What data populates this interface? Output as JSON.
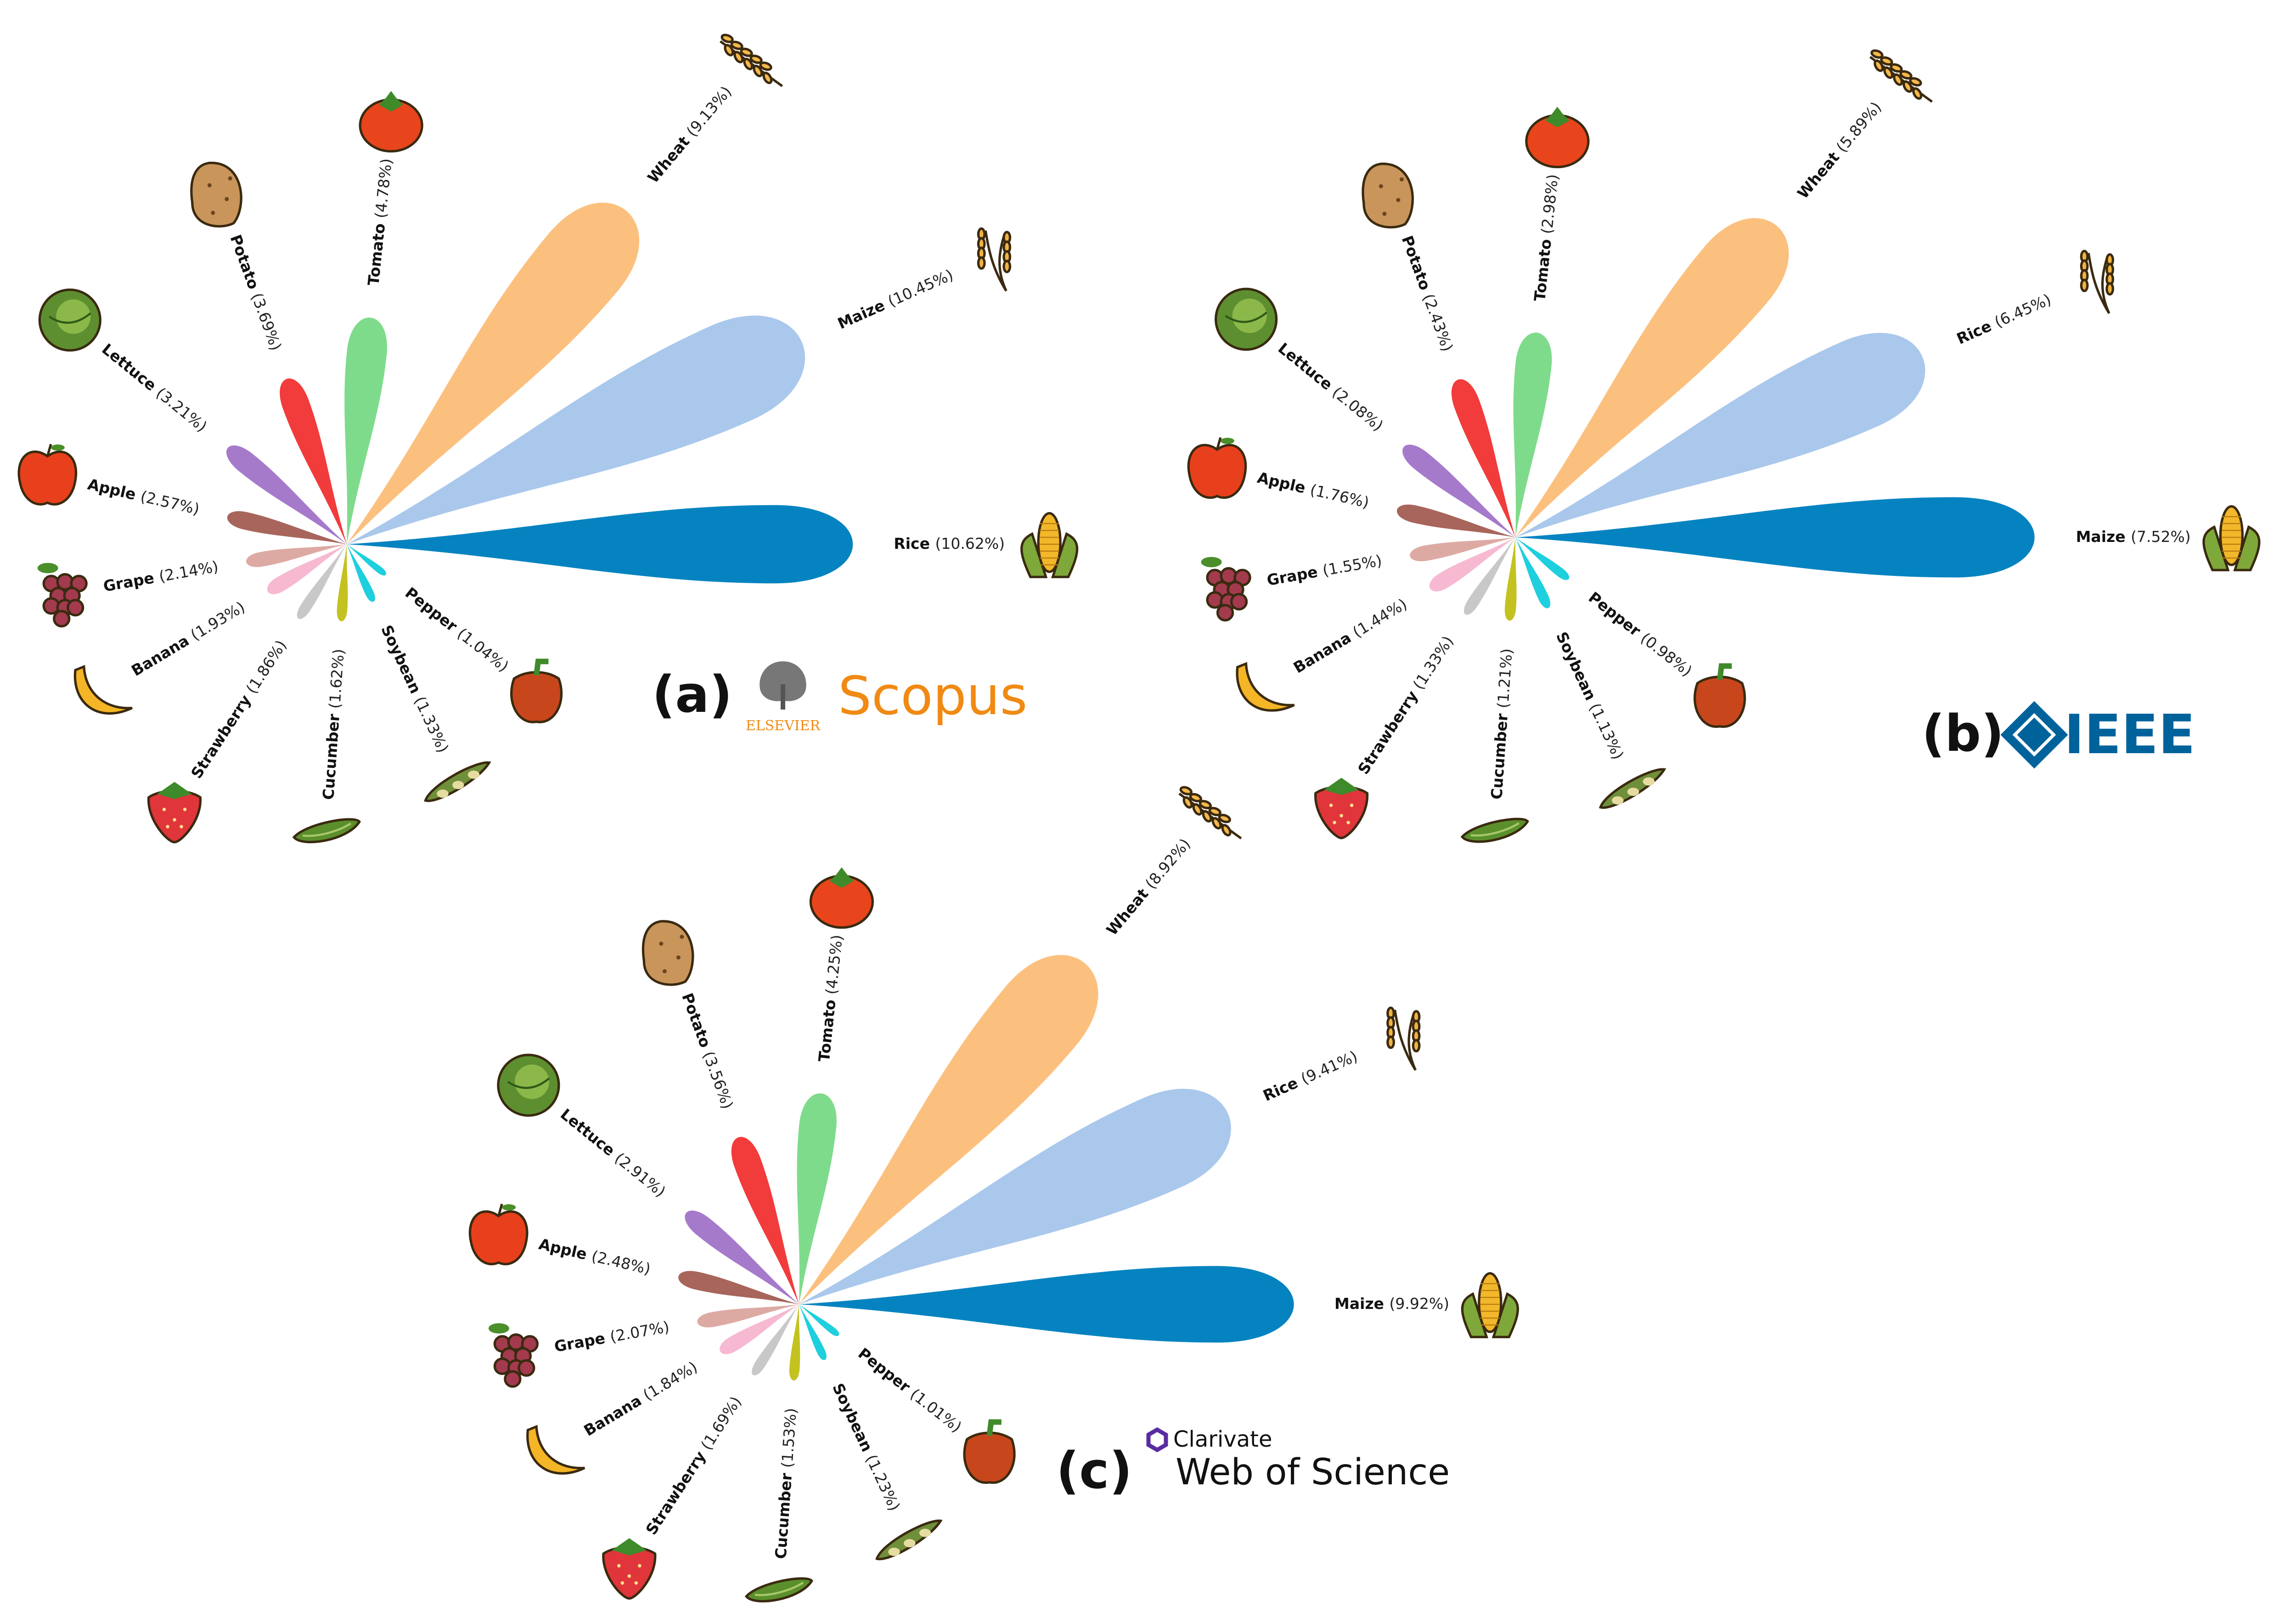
{
  "colors": {
    "Rice": "#0583c0",
    "Maize": "#0583c0",
    "Wheat": "#fcc07e",
    "Tomato": "#7fdb8c",
    "Potato": "#f23b3b",
    "Lettuce": "#a67acb",
    "Apple": "#a8655b",
    "Grape": "#ddaaa3",
    "Banana": "#f7b9d2",
    "Strawberry": "#c8c8c8",
    "Cucumber": "#c4c220",
    "Soybean": "#1ecfde",
    "Pepper": "#1ecfde",
    "second": "#aac8ec"
  },
  "chart_data": [
    {
      "panel": "(a)",
      "source_logo": "Scopus",
      "source_sub": "ELSEVIER",
      "type": "radial-petal",
      "categories": [
        "Rice",
        "Maize",
        "Wheat",
        "Tomato",
        "Potato",
        "Lettuce",
        "Apple",
        "Grape",
        "Banana",
        "Strawberry",
        "Cucumber",
        "Soybean",
        "Pepper"
      ],
      "values": [
        10.62,
        10.45,
        9.13,
        4.78,
        3.69,
        3.21,
        2.57,
        2.14,
        1.93,
        1.86,
        1.62,
        1.33,
        1.04
      ],
      "labels": [
        "(10.62%)",
        "(10.45%)",
        "(9.13%)",
        "(4.78%)",
        "(3.69%)",
        "(3.21%)",
        "(2.57%)",
        "(2.14%)",
        "(1.93%)",
        "(1.86%)",
        "(1.62%)",
        "(1.33%)",
        "(1.04%)"
      ],
      "icons": [
        "corn-icon",
        "rice-plant-icon",
        "wheat-icon",
        "tomato-icon",
        "potato-icon",
        "lettuce-icon",
        "apple-icon",
        "grape-icon",
        "banana-icon",
        "strawberry-icon",
        "cucumber-icon",
        "soybean-icon",
        "pepper-icon"
      ]
    },
    {
      "panel": "(b)",
      "source_logo": "IEEE",
      "type": "radial-petal",
      "categories": [
        "Maize",
        "Rice",
        "Wheat",
        "Tomato",
        "Potato",
        "Lettuce",
        "Apple",
        "Grape",
        "Banana",
        "Strawberry",
        "Cucumber",
        "Soybean",
        "Pepper"
      ],
      "values": [
        7.52,
        6.45,
        5.89,
        2.98,
        2.43,
        2.08,
        1.76,
        1.55,
        1.44,
        1.33,
        1.21,
        1.13,
        0.98
      ],
      "labels": [
        "(7.52%)",
        "(6.45%)",
        "(5.89%)",
        "(2.98%)",
        "(2.43%)",
        "(2.08%)",
        "(1.76%)",
        "(1.55%)",
        "(1.44%)",
        "(1.33%)",
        "(1.21%)",
        "(1.13%)",
        "(0.98%)"
      ],
      "icons": [
        "corn-icon",
        "rice-plant-icon",
        "wheat-icon",
        "tomato-icon",
        "potato-icon",
        "lettuce-icon",
        "apple-icon",
        "grape-icon",
        "banana-icon",
        "strawberry-icon",
        "cucumber-icon",
        "soybean-icon",
        "pepper-icon"
      ]
    },
    {
      "panel": "(c)",
      "source_logo_small": "Clarivate",
      "source_logo": "Web of Science",
      "type": "radial-petal",
      "categories": [
        "Maize",
        "Rice",
        "Wheat",
        "Tomato",
        "Potato",
        "Lettuce",
        "Apple",
        "Grape",
        "Banana",
        "Strawberry",
        "Cucumber",
        "Soybean",
        "Pepper"
      ],
      "values": [
        9.92,
        9.41,
        8.92,
        4.25,
        3.56,
        2.91,
        2.48,
        2.07,
        1.84,
        1.69,
        1.53,
        1.23,
        1.01
      ],
      "labels": [
        "(9.92%)",
        "(9.41%)",
        "(8.92%)",
        "(4.25%)",
        "(3.56%)",
        "(2.91%)",
        "(2.48%)",
        "(2.07%)",
        "(1.84%)",
        "(1.69%)",
        "(1.53%)",
        "(1.23%)",
        "(1.01%)"
      ],
      "icons": [
        "corn-icon",
        "rice-plant-icon",
        "wheat-icon",
        "tomato-icon",
        "potato-icon",
        "lettuce-icon",
        "apple-icon",
        "grape-icon",
        "banana-icon",
        "strawberry-icon",
        "cucumber-icon",
        "soybean-icon",
        "pepper-icon"
      ]
    }
  ]
}
